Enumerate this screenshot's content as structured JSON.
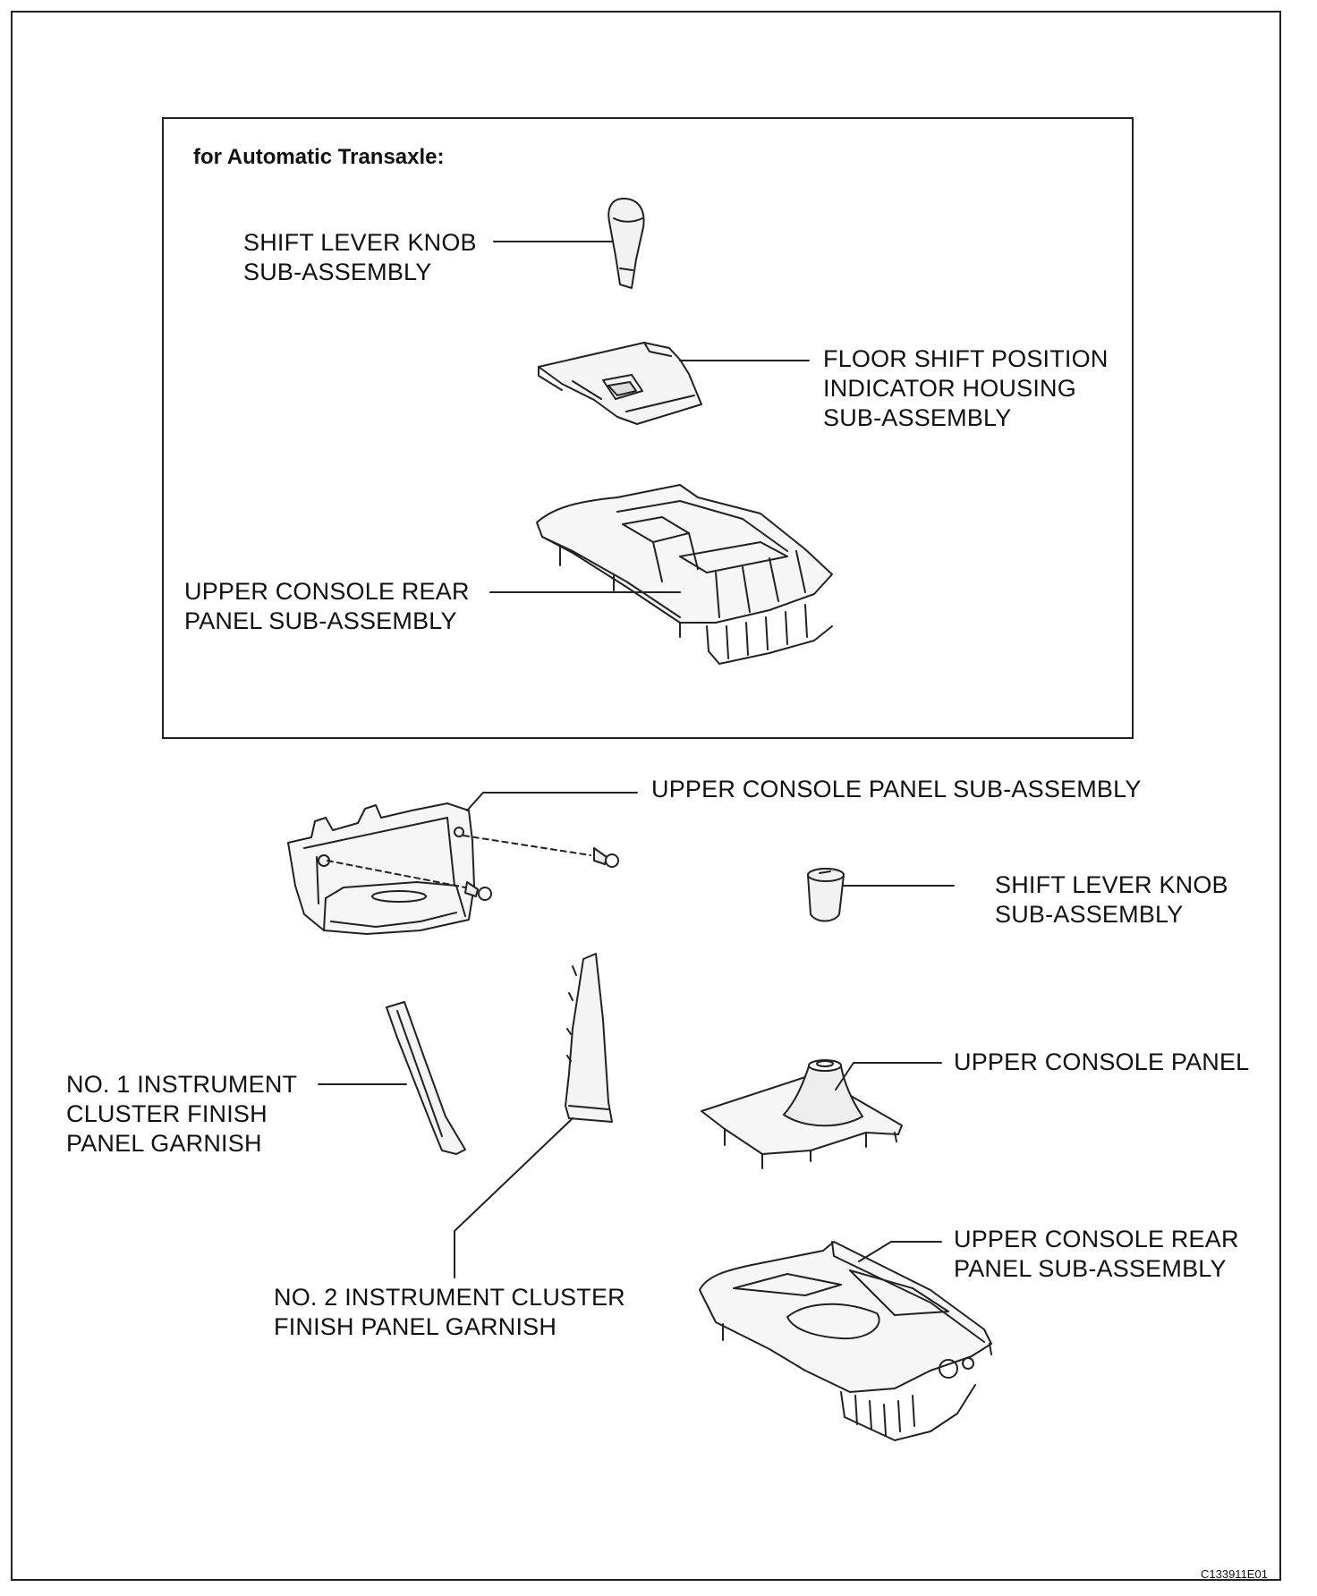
{
  "inset": {
    "heading": "for Automatic Transaxle:",
    "labels": {
      "shift_knob_at": "SHIFT LEVER KNOB\nSUB-ASSEMBLY",
      "floor_shift_housing": "FLOOR SHIFT POSITION\nINDICATOR HOUSING\nSUB-ASSEMBLY",
      "upper_console_rear_at": "UPPER CONSOLE REAR\nPANEL SUB-ASSEMBLY"
    }
  },
  "main": {
    "labels": {
      "upper_console_panel_sub": "UPPER CONSOLE PANEL SUB-ASSEMBLY",
      "shift_knob_mt": "SHIFT LEVER KNOB\nSUB-ASSEMBLY",
      "no1_garnish": "NO. 1 INSTRUMENT\nCLUSTER FINISH\nPANEL GARNISH",
      "upper_console_panel": "UPPER CONSOLE PANEL",
      "upper_console_rear_mt": "UPPER CONSOLE REAR\nPANEL SUB-ASSEMBLY",
      "no2_garnish": "NO. 2 INSTRUMENT CLUSTER\nFINISH PANEL GARNISH"
    }
  },
  "figure_code": "C133911E01"
}
